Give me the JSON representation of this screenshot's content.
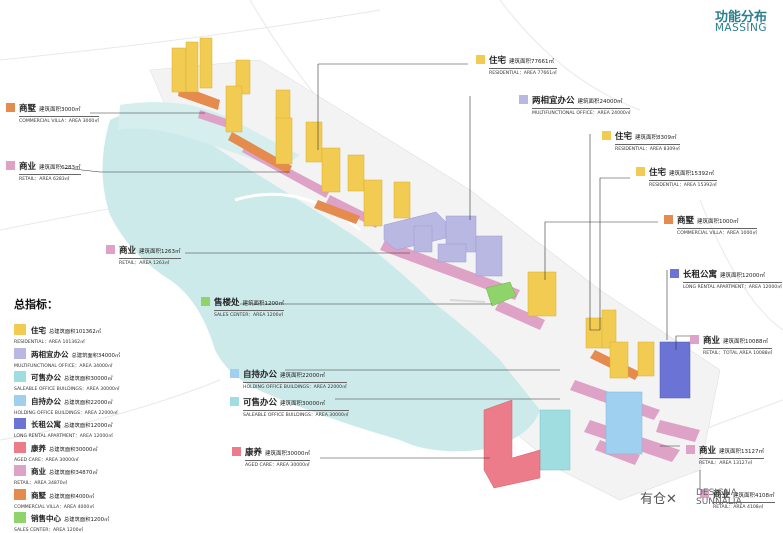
{
  "header": {
    "title_cn": "功能分布",
    "title_en": "MASSING"
  },
  "colors": {
    "residential": "#f2cc52",
    "multifunctional": "#b9b8e3",
    "saleable_office": "#9fdde0",
    "holding_office": "#9fd0ef",
    "long_rental": "#6b74d4",
    "aged_care": "#ec7c8a",
    "retail": "#dda2c6",
    "commercial_villa": "#e48b4d",
    "sales_center": "#8fd46a",
    "water": "#cdeaea",
    "accent": "#2a7f8f"
  },
  "labels": [
    {
      "key": "villa_top",
      "color": "commercial_villa",
      "cn": "商墅",
      "area": "建筑面积3000㎡",
      "en": "COMMERCIAL VILLA：AREA 3000㎡"
    },
    {
      "key": "retail_left1",
      "color": "retail",
      "cn": "商业",
      "area": "建筑面积6283㎡",
      "en": "RETAIL：AREA 6283㎡"
    },
    {
      "key": "retail_left2",
      "color": "retail",
      "cn": "商业",
      "area": "建筑面积1263㎡",
      "en": "RETAIL：AREA 1263㎡"
    },
    {
      "key": "sales_center",
      "color": "sales_center",
      "cn": "售楼处",
      "area": "建筑面积1200㎡",
      "en": "SALES CENTER：AREA 1200㎡"
    },
    {
      "key": "holding_office",
      "color": "holding_office",
      "cn": "自持办公",
      "area": "建筑面积22000㎡",
      "en": "HOLDING OFFICE BUILDINGS：AREA 22000㎡"
    },
    {
      "key": "saleable_office",
      "color": "saleable_office",
      "cn": "可售办公",
      "area": "建筑面积30000㎡",
      "en": "SALEABLE OFFICE BUILDINGS：AREA 30000㎡"
    },
    {
      "key": "aged_care",
      "color": "aged_care",
      "cn": "康养",
      "area": "建筑面积30000㎡",
      "en": "AGED CARE：AREA 30000㎡"
    },
    {
      "key": "res_top",
      "color": "residential",
      "cn": "住宅",
      "area": "建筑面积77661㎡",
      "en": "RESIDENTIAL：AREA 77661㎡"
    },
    {
      "key": "multifunctional",
      "color": "multifunctional",
      "cn": "两相宜办公",
      "area": "建筑面积24000㎡",
      "en": "MULTIFUNCTIONAL OFFICE：AREA 24000㎡"
    },
    {
      "key": "res_mid",
      "color": "residential",
      "cn": "住宅",
      "area": "建筑面积8309㎡",
      "en": "RESIDENTIAL：AREA 8309㎡"
    },
    {
      "key": "res_low",
      "color": "residential",
      "cn": "住宅",
      "area": "建筑面积15392㎡",
      "en": "RESIDENTIAL：AREA 15392㎡"
    },
    {
      "key": "villa_right",
      "color": "commercial_villa",
      "cn": "商墅",
      "area": "建筑面积1000㎡",
      "en": "COMMERCIAL VILLA：AREA 1000㎡"
    },
    {
      "key": "long_rental",
      "color": "long_rental",
      "cn": "长租公寓",
      "area": "建筑面积12000㎡",
      "en": "LONG RENTAL APARTMENT：AREA 12000㎡"
    },
    {
      "key": "retail_right1",
      "color": "retail",
      "cn": "商业",
      "area": "建筑面积10088㎡",
      "en": "RETAIL：TOTAL AREA 10088㎡"
    },
    {
      "key": "retail_right2",
      "color": "retail",
      "cn": "商业",
      "area": "建筑面积13127㎡",
      "en": "RETAIL：AREA 13127㎡"
    },
    {
      "key": "retail_right3",
      "color": "retail",
      "cn": "商业",
      "area": "建筑面积4108㎡",
      "en": "RETAIL：AREA 4108㎡"
    }
  ],
  "indicators": {
    "title": "总指标：",
    "items": [
      {
        "color": "residential",
        "cn": "住宅",
        "area": "总建筑面积101362㎡",
        "en": "RESIDENTIAL：AREA 101362㎡"
      },
      {
        "color": "multifunctional",
        "cn": "两相宜办公",
        "area": "总建筑面积34000㎡",
        "en": "MULTIFUNCTIONAL OFFICE：AREA 34000㎡"
      },
      {
        "color": "saleable_office",
        "cn": "可售办公",
        "area": "总建筑面积30000㎡",
        "en": "SALEABLE OFFICE BUILDINGS：AREA 30000㎡"
      },
      {
        "color": "holding_office",
        "cn": "自持办公",
        "area": "总建筑面积22000㎡",
        "en": "HOLDING OFFICE BUILDINGS：AREA 22000㎡"
      },
      {
        "color": "long_rental",
        "cn": "长租公寓",
        "area": "总建筑面积12000㎡",
        "en": "LONG RENTAL APARTMENT：AREA 12000㎡"
      },
      {
        "color": "aged_care",
        "cn": "康养",
        "area": "总建筑面积30000㎡",
        "en": "AGED CARE：AREA 30000㎡"
      },
      {
        "color": "retail",
        "cn": "商业",
        "area": "总建筑面积34870㎡",
        "en": "RETAIL：AREA 34870㎡"
      },
      {
        "color": "commercial_villa",
        "cn": "商墅",
        "area": "总建筑面积4000㎡",
        "en": "COMMERCIAL VILLA：AREA 4000㎡"
      },
      {
        "color": "sales_center",
        "cn": "销售中心",
        "area": "总建筑面积1200㎡",
        "en": "SALES CENTER：AREA 1200㎡"
      }
    ]
  },
  "watermark": {
    "text": "有仓✕",
    "brand1": "DESIGNA",
    "brand2": "SUNNALIA"
  }
}
